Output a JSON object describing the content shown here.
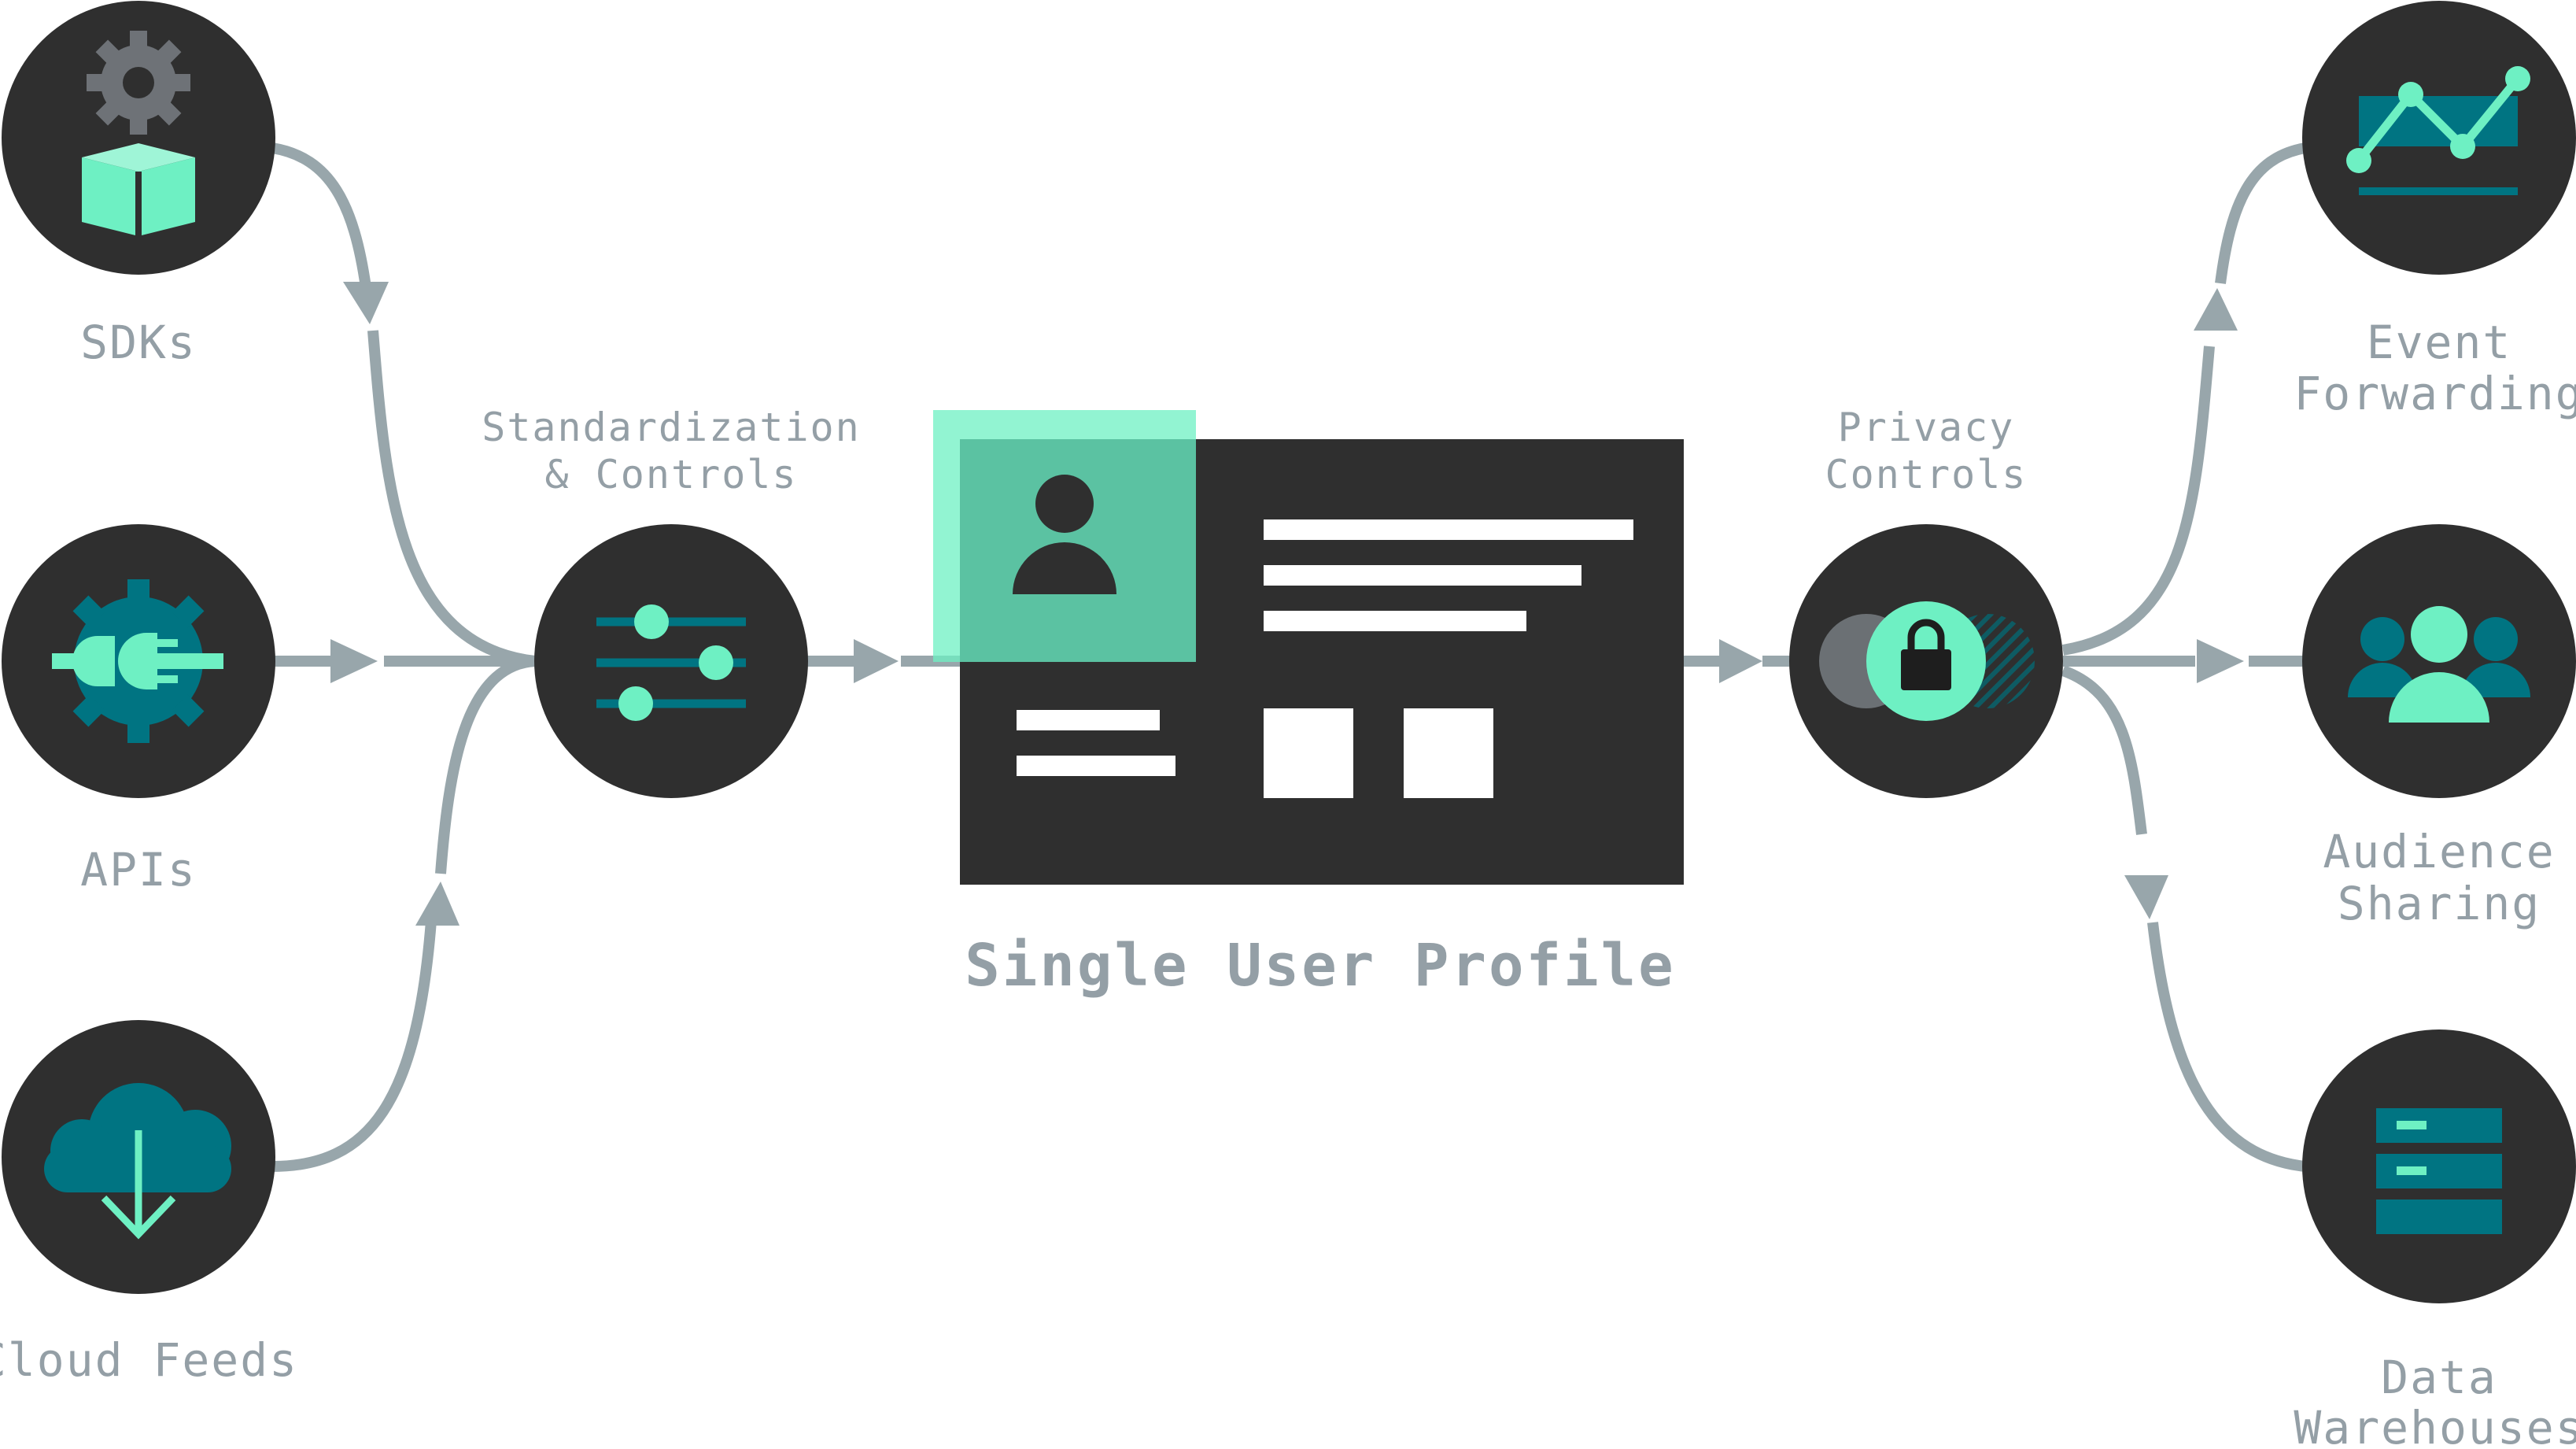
{
  "colors": {
    "node_fill": "#2f2f2f",
    "arrow": "#98a6ab",
    "mint": "#6ef0c3",
    "teal": "#007482",
    "label": "#949fa6",
    "white": "#ffffff"
  },
  "sources": [
    {
      "id": "sdks",
      "label": "SDKs",
      "icon": "gear-box-icon"
    },
    {
      "id": "apis",
      "label": "APIs",
      "icon": "plug-gear-icon"
    },
    {
      "id": "cloud",
      "label": "Cloud Feeds",
      "icon": "cloud-download-icon"
    }
  ],
  "standardization": {
    "line1": "Standardization",
    "line2": "& Controls",
    "icon": "sliders-icon"
  },
  "profile": {
    "title": "Single User Profile",
    "icon": "user-icon"
  },
  "privacy": {
    "line1": "Privacy",
    "line2": "Controls",
    "icon": "lock-icon"
  },
  "destinations": [
    {
      "id": "event",
      "line1": "Event",
      "line2": "Forwarding",
      "icon": "line-chart-icon"
    },
    {
      "id": "audience",
      "line1": "Audience",
      "line2": "Sharing",
      "icon": "people-icon"
    },
    {
      "id": "warehouse",
      "line1": "Data",
      "line2": "Warehouses",
      "icon": "server-icon"
    }
  ]
}
